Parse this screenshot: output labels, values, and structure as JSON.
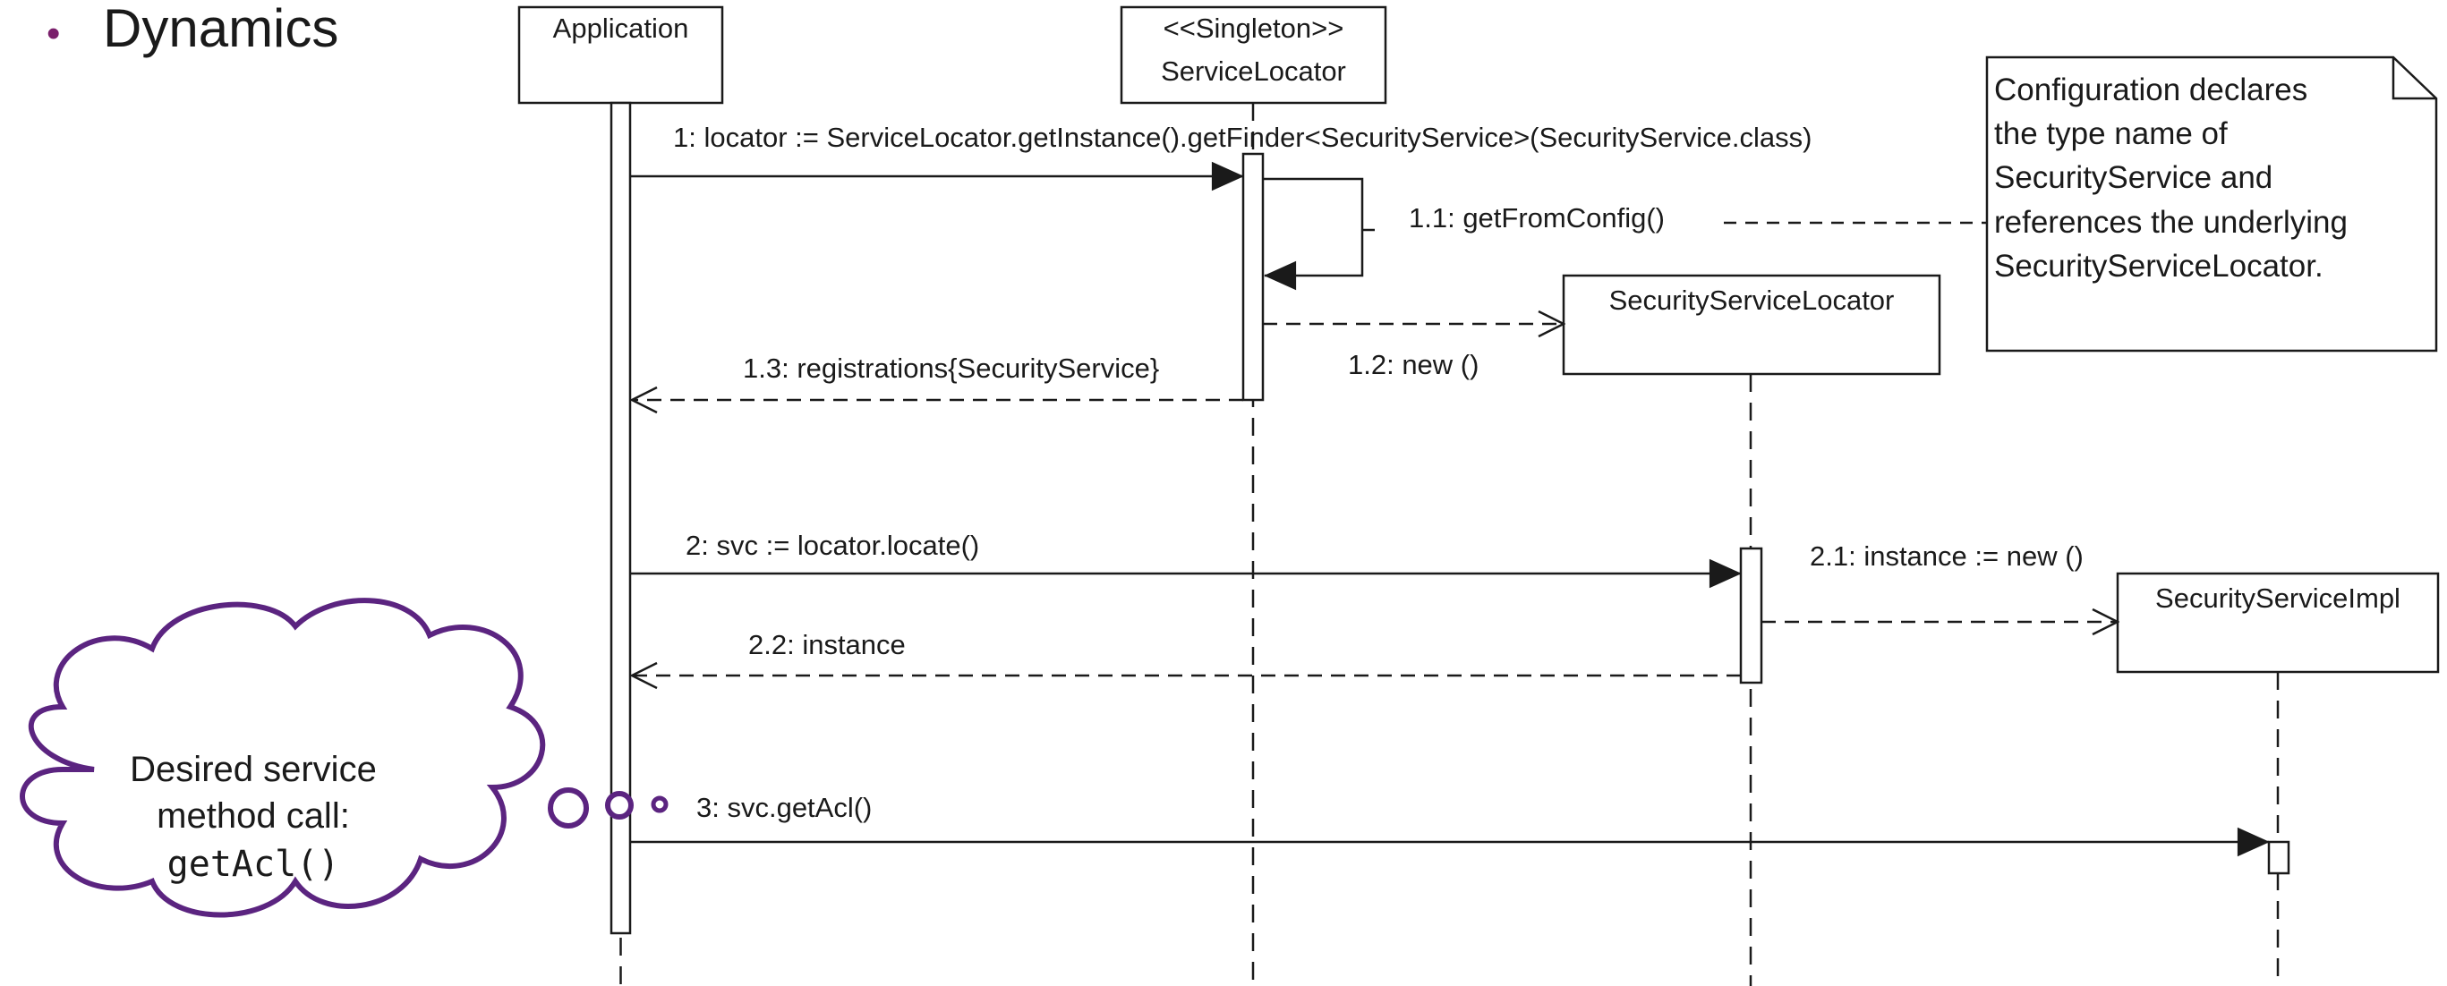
{
  "slide": {
    "bullet": "•",
    "heading": "Dynamics"
  },
  "lifelines": [
    {
      "id": "application",
      "label_lines": [
        "Application"
      ]
    },
    {
      "id": "service_locator",
      "label_lines": [
        "<<Singleton>>",
        "ServiceLocator"
      ]
    },
    {
      "id": "security_service_locator",
      "label_lines": [
        "SecurityServiceLocator"
      ]
    },
    {
      "id": "security_service_impl",
      "label_lines": [
        "SecurityServiceImpl"
      ]
    }
  ],
  "messages": [
    {
      "id": "m1",
      "label": "1: locator := ServiceLocator.getInstance().getFinder<SecurityService>(SecurityService.class)",
      "kind": "sync"
    },
    {
      "id": "m1_1",
      "label": "1.1: getFromConfig()",
      "kind": "self"
    },
    {
      "id": "m1_2",
      "label": "1.2: new ()",
      "kind": "create"
    },
    {
      "id": "m1_3",
      "label": "1.3: registrations{SecurityService}",
      "kind": "return"
    },
    {
      "id": "m2",
      "label": "2: svc := locator.locate()",
      "kind": "sync"
    },
    {
      "id": "m2_1",
      "label": "2.1: instance := new ()",
      "kind": "create"
    },
    {
      "id": "m2_2",
      "label": "2.2: instance",
      "kind": "return"
    },
    {
      "id": "m3",
      "label": "3: svc.getAcl()",
      "kind": "sync"
    }
  ],
  "note": {
    "lines": [
      "Configuration declares",
      "the type name of",
      "SecurityService and",
      "references the underlying",
      "SecurityServiceLocator."
    ]
  },
  "thought_cloud": {
    "lines": [
      "Desired service",
      "method call:"
    ],
    "code": "getAcl()"
  },
  "colors": {
    "bullet": "#7a1f6b",
    "cloud_outline": "#5b2480",
    "line": "#1a1a1a",
    "text": "#1a1a1a"
  }
}
